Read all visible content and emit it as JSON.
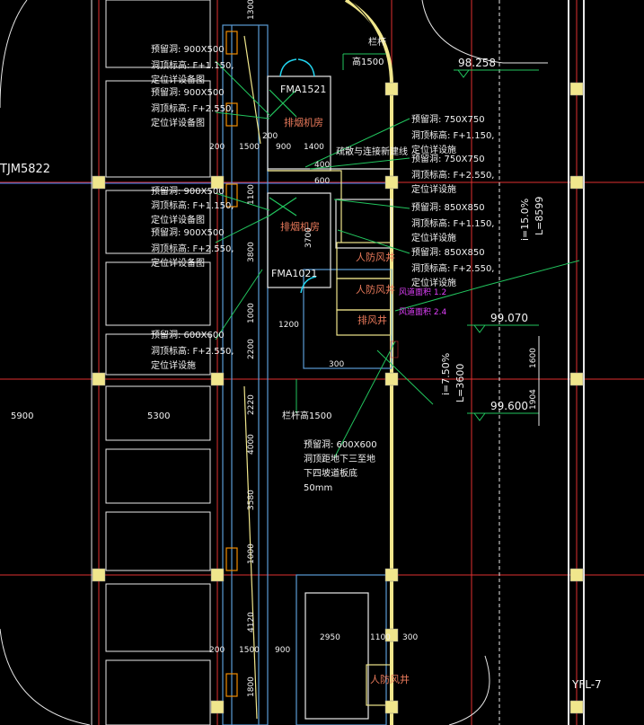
{
  "drawing": {
    "tag_left": "TJM5822",
    "elevations": {
      "top": "98.258",
      "mid": "99.070",
      "low": "99.600"
    },
    "railing_top": {
      "title": "栏杆",
      "height": "高1500"
    },
    "railing_mid": "栏杆高1500",
    "fan_rooms": {
      "upper": "排烟机房",
      "lower": "排烟机房"
    },
    "doors": {
      "upper": "FMA1521",
      "lower": "FMA1021"
    },
    "connect_note": "疏散与连接新建线",
    "shafts": {
      "a": "人防风井",
      "b": "人防风井",
      "c": "排风井",
      "bottom": "人防风井"
    },
    "shaft_magenta": {
      "a": "风道面积 1.2",
      "b": "风道面积 2.4"
    },
    "slopes": {
      "upper": {
        "grade": "i=15.0%",
        "length": "L=8599"
      },
      "lower": {
        "grade": "i=7.50%",
        "length": "L=3600"
      }
    },
    "right_tag": "YFL-7",
    "left_notes": [
      {
        "opening": "预留洞:  900X500",
        "level": "洞顶标高:   F+1.150,",
        "ref": "定位详设备图"
      },
      {
        "opening": "预留洞:  900X500",
        "level": "洞顶标高:   F+2.550,",
        "ref": "定位详设备图"
      },
      {
        "opening": "预留洞:  900X500",
        "level": "洞顶标高:   F+1.150,",
        "ref": "定位详设备图"
      },
      {
        "opening": "预留洞:  900X500",
        "level": "洞顶标高:   F+2.550,",
        "ref": "定位详设备图"
      },
      {
        "opening": "预留洞:  600X600",
        "level": "洞顶标高:   F+2.550,",
        "ref": "定位详设施"
      }
    ],
    "right_notes": [
      {
        "opening": "预留洞:  750X750",
        "level": "洞顶标高:   F+1.150,",
        "ref": "定位详设施"
      },
      {
        "opening": "预留洞:  750X750",
        "level": "洞顶标高:   F+2.550,",
        "ref": "定位详设施"
      },
      {
        "opening": "预留洞:  850X850",
        "level": "洞顶标高:   F+1.150,",
        "ref": "定位详设施"
      },
      {
        "opening": "预留洞:  850X850",
        "level": "洞顶标高:   F+2.550,",
        "ref": "定位详设施"
      }
    ],
    "center_note": {
      "opening": "预留洞:  600X600",
      "line1": "洞顶距地下三至地",
      "line2": "下四坡道板底",
      "line3": "50mm"
    },
    "dims": {
      "d1300": "1300",
      "d1500a": "1500",
      "d200a": "200",
      "d200b": "200",
      "d900": "900",
      "d1400": "1400",
      "d1100a": "1100",
      "d3800": "3800",
      "d3700": "3700",
      "d1000a": "1000",
      "d1200": "1200",
      "d2200a": "2200",
      "d2220": "2220",
      "d4000": "4000",
      "d3580": "3580",
      "d1000b": "1000",
      "d4120": "4120",
      "d1500b": "1500",
      "d200c": "200",
      "d900b": "900",
      "d1800": "1800",
      "d2950": "2950",
      "d1100b": "1100",
      "d300a": "300",
      "d300b": "300",
      "d1600": "1600",
      "d1904": "1904",
      "d5900": "5900",
      "d5300": "5300",
      "d400": "400",
      "d600": "600"
    }
  }
}
